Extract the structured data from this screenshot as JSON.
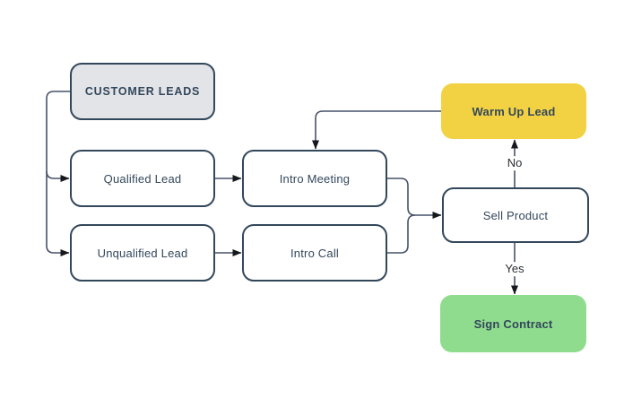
{
  "colors": {
    "background": "#ffffff",
    "node_border": "#33475b",
    "node_text": "#33475b",
    "edge_line": "#47526a",
    "arrow_head": "#15181d",
    "edge_label_text": "#2d2f33",
    "start_fill": "#e2e4e8",
    "process_fill": "#ffffff",
    "warm_fill": "#f2d243",
    "success_fill": "#90dc8e"
  },
  "nodes": {
    "customer_leads": {
      "label": "CUSTOMER LEADS",
      "kind": "start"
    },
    "qualified_lead": {
      "label": "Qualified Lead",
      "kind": "process"
    },
    "unqualified_lead": {
      "label": "Unqualified Lead",
      "kind": "process"
    },
    "intro_meeting": {
      "label": "Intro Meeting",
      "kind": "process"
    },
    "intro_call": {
      "label": "Intro Call",
      "kind": "process"
    },
    "warm_up_lead": {
      "label": "Warm Up Lead",
      "kind": "warm"
    },
    "sell_product": {
      "label": "Sell Product",
      "kind": "process"
    },
    "sign_contract": {
      "label": "Sign Contract",
      "kind": "success"
    }
  },
  "edge_labels": {
    "no": "No",
    "yes": "Yes"
  },
  "edges": [
    {
      "from": "customer_leads",
      "to": "qualified_lead",
      "label": ""
    },
    {
      "from": "customer_leads",
      "to": "unqualified_lead",
      "label": ""
    },
    {
      "from": "qualified_lead",
      "to": "intro_meeting",
      "label": ""
    },
    {
      "from": "unqualified_lead",
      "to": "intro_call",
      "label": ""
    },
    {
      "from": "intro_meeting",
      "to": "sell_product",
      "label": ""
    },
    {
      "from": "intro_call",
      "to": "sell_product",
      "label": ""
    },
    {
      "from": "sell_product",
      "to": "warm_up_lead",
      "label": "No"
    },
    {
      "from": "warm_up_lead",
      "to": "intro_meeting",
      "label": ""
    },
    {
      "from": "sell_product",
      "to": "sign_contract",
      "label": "Yes"
    }
  ]
}
